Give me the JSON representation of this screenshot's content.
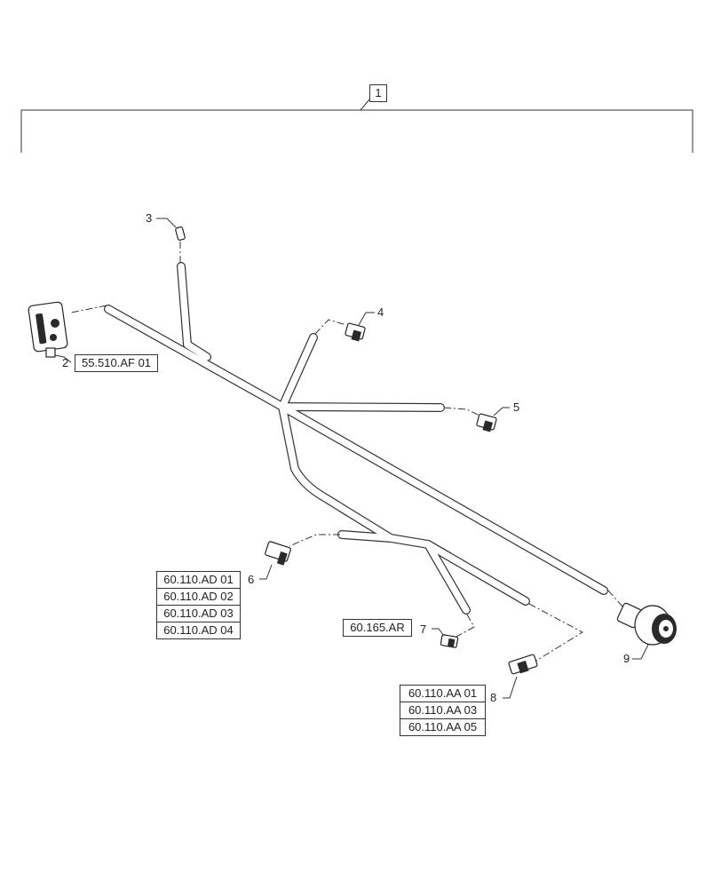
{
  "assembly_callout": "1",
  "callouts": {
    "c2": "2",
    "c3": "3",
    "c4": "4",
    "c5": "5",
    "c6": "6",
    "c7": "7",
    "c8": "8",
    "c9": "9"
  },
  "refs": {
    "item2": "55.510.AF 01",
    "item6": [
      "60.110.AD 01",
      "60.110.AD 02",
      "60.110.AD 03",
      "60.110.AD 04"
    ],
    "item7": "60.165.AR",
    "item8": [
      "60.110.AA 01",
      "60.110.AA 03",
      "60.110.AA 05"
    ]
  },
  "colors": {
    "line": "#333333",
    "wire_fill": "#ffffff"
  }
}
